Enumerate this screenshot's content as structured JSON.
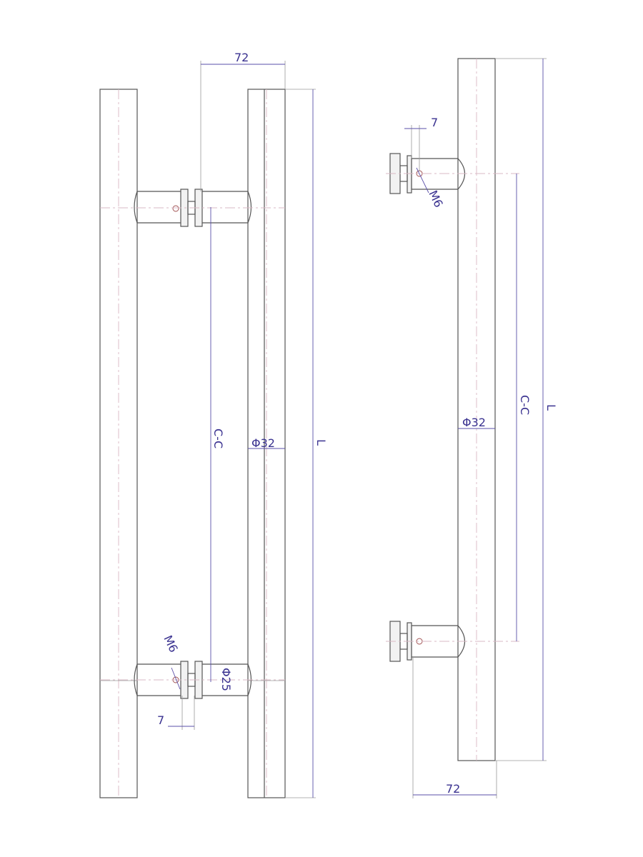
{
  "front_view": {
    "width_label": "72",
    "center_label": "C-C",
    "tube_diameter_label": "Φ32",
    "length_label": "L",
    "thread_label": "M6",
    "standoff_diameter_label": "Φ25",
    "offset_label": "7"
  },
  "side_view": {
    "offset_label": "7",
    "thread_label": "M6",
    "tube_diameter_label": "Φ32",
    "center_label": "C-C",
    "length_label": "L",
    "width_label": "72"
  },
  "colors": {
    "outline": "#555555",
    "dimension": "#3a3290",
    "centerline": "#d9b8c4"
  }
}
